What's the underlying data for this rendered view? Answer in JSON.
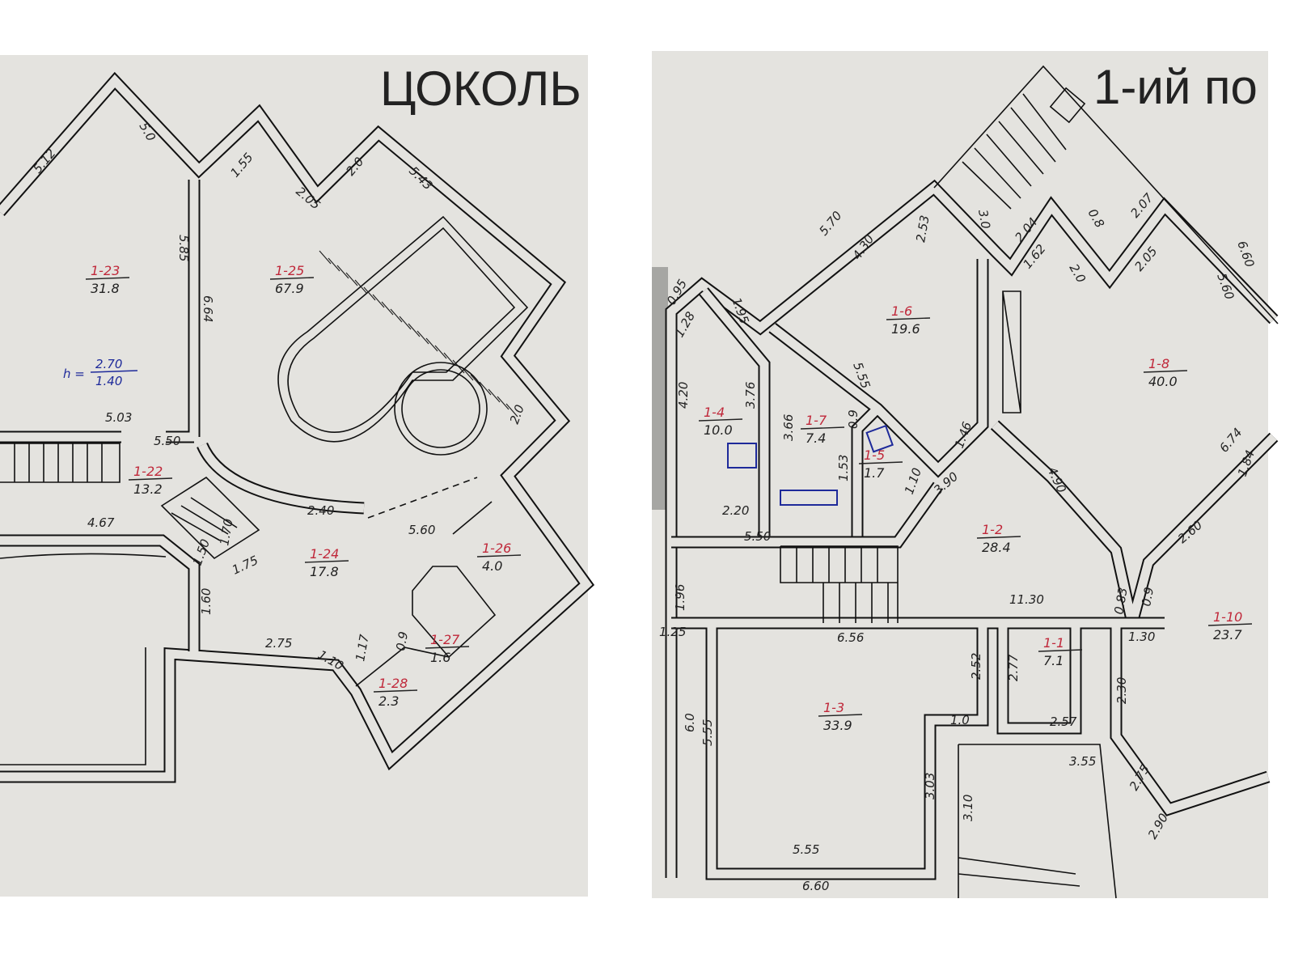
{
  "panels": [
    {
      "title": "ЦОКОЛЬ",
      "rooms": [
        {
          "id": "1-23",
          "area": "31.8"
        },
        {
          "id": "1-25",
          "area": "67.9"
        },
        {
          "id": "1-22",
          "area": "13.2"
        },
        {
          "id": "1-24",
          "area": "17.8"
        },
        {
          "id": "1-26",
          "area": "4.0"
        },
        {
          "id": "1-27",
          "area": "1.6"
        },
        {
          "id": "1-28",
          "area": "2.3"
        }
      ],
      "height_note": {
        "prefix": "h =",
        "top": "2.70",
        "bottom": "1.40"
      },
      "dimensions": [
        "5.12",
        "5.0",
        "5.85",
        "1.55",
        "2.05",
        "2.0",
        "5.43",
        "6.64",
        "5.03",
        "5.50",
        "2.0",
        "2.40",
        "4.67",
        "1.70",
        "1.50",
        "1.75",
        "5.60",
        "1.60",
        "2.75",
        "1.10",
        "1.17",
        "0.9"
      ]
    },
    {
      "title": "1-ий по",
      "rooms": [
        {
          "id": "1-6",
          "area": "19.6"
        },
        {
          "id": "1-8",
          "area": "40.0"
        },
        {
          "id": "1-4",
          "area": "10.0"
        },
        {
          "id": "1-7",
          "area": "7.4"
        },
        {
          "id": "1-5",
          "area": "1.7"
        },
        {
          "id": "1-2",
          "area": "28.4"
        },
        {
          "id": "1-1",
          "area": "7.1"
        },
        {
          "id": "1-3",
          "area": "33.9"
        },
        {
          "id": "1-10",
          "area": "23.7"
        }
      ],
      "dimensions": [
        "5.70",
        "4.30",
        "2.53",
        "3.0",
        "2.04",
        "1.62",
        "2.0",
        "0.8",
        "2.07",
        "2.05",
        "6.60",
        "5.60",
        "0.95",
        "1.28",
        "1.95",
        "4.20",
        "3.76",
        "3.66",
        "5.55",
        "0.9",
        "1.53",
        "1.10",
        "3.90",
        "1.46",
        "4.90",
        "6.74",
        "1.84",
        "2.20",
        "5.50",
        "2.60",
        "0.83",
        "0.9",
        "1.96",
        "11.30",
        "1.25",
        "6.56",
        "2.52",
        "2.77",
        "1.30",
        "2.30",
        "6.0",
        "5.55",
        "1.0",
        "2.57",
        "3.55",
        "3.03",
        "3.10",
        "2.75",
        "2.90",
        "5.55",
        "6.60"
      ]
    }
  ],
  "colors": {
    "paper": "#e4e3df",
    "room_id": "#c0283a",
    "ink": "#222222",
    "note": "#1e2a9a"
  }
}
